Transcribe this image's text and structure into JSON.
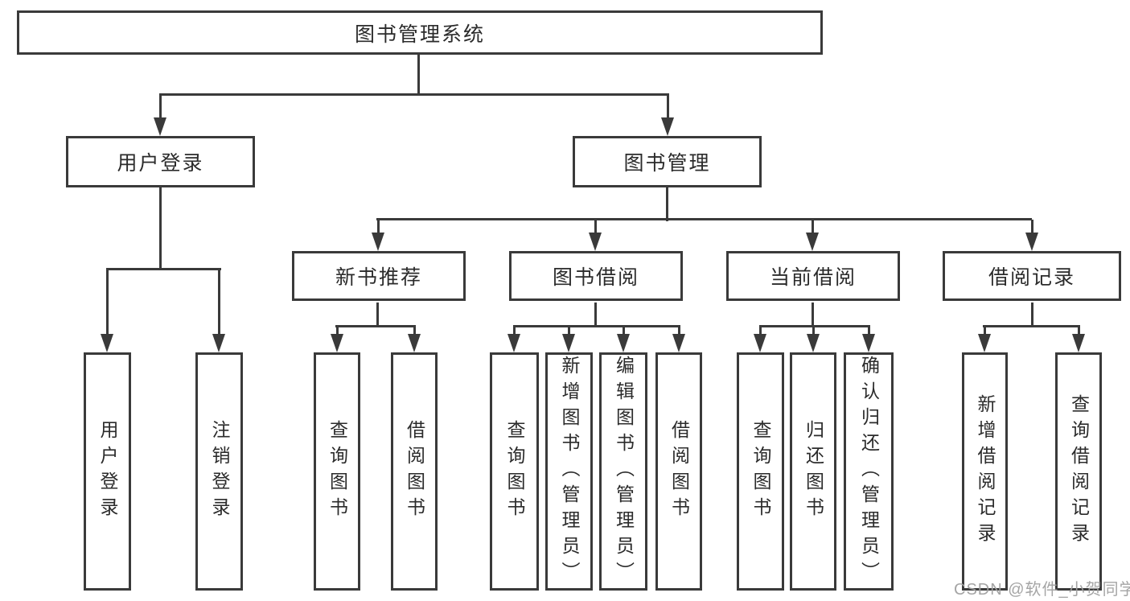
{
  "tree": {
    "root": {
      "label": "图书管理系统"
    },
    "branches": [
      {
        "label": "用户登录",
        "children": [
          {
            "label": "用户登录"
          },
          {
            "label": "注销登录"
          }
        ]
      },
      {
        "label": "图书管理",
        "children": [
          {
            "label": "新书推荐",
            "children": [
              {
                "label": "查询图书"
              },
              {
                "label": "借阅图书"
              }
            ]
          },
          {
            "label": "图书借阅",
            "children": [
              {
                "label": "查询图书"
              },
              {
                "label": "新增图书（管理员）"
              },
              {
                "label": "编辑图书（管理员）"
              },
              {
                "label": "借阅图书"
              }
            ]
          },
          {
            "label": "当前借阅",
            "children": [
              {
                "label": "查询图书"
              },
              {
                "label": "归还图书"
              },
              {
                "label": "确认归还（管理员）"
              }
            ]
          },
          {
            "label": "借阅记录",
            "children": [
              {
                "label": "新增借阅记录"
              },
              {
                "label": "查询借阅记录"
              }
            ]
          }
        ]
      }
    ]
  },
  "watermark": {
    "text": "CSDN @软件_小贺同学"
  },
  "colors": {
    "line": "#3a3a3a",
    "text": "#2b2b2b",
    "watermark": "#a0a0a0",
    "background": "#ffffff"
  }
}
